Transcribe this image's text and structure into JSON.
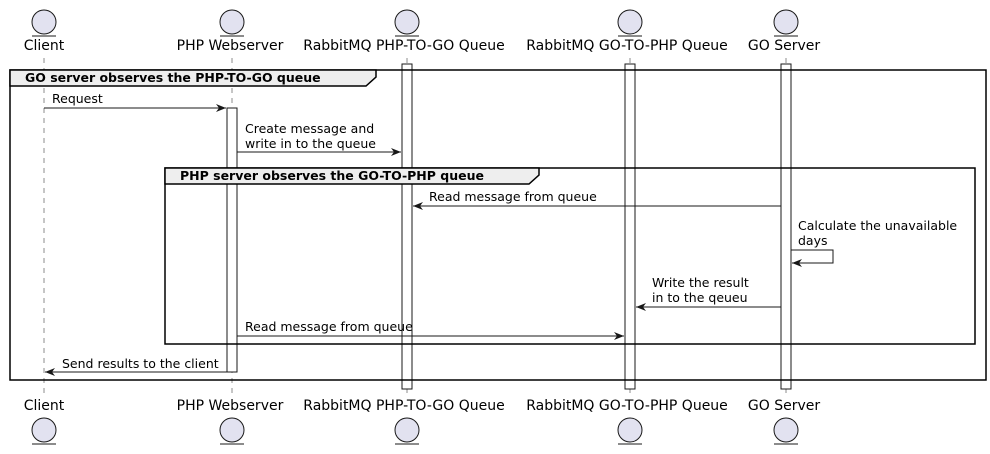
{
  "participants": [
    {
      "id": "client",
      "label": "Client"
    },
    {
      "id": "php",
      "label": "PHP Webserver"
    },
    {
      "id": "q1",
      "label": "RabbitMQ PHP-TO-GO Queue"
    },
    {
      "id": "q2",
      "label": "RabbitMQ GO-TO-PHP Queue"
    },
    {
      "id": "go",
      "label": "GO Server"
    }
  ],
  "groups": [
    {
      "id": "outer",
      "label": "GO server observes the PHP-TO-GO queue"
    },
    {
      "id": "inner",
      "label": "PHP server observes the GO-TO-PHP queue"
    }
  ],
  "messages": [
    {
      "id": "m1",
      "from": "client",
      "to": "php",
      "lines": [
        "Request"
      ]
    },
    {
      "id": "m2",
      "from": "php",
      "to": "q1",
      "lines": [
        "Create message and",
        "write in to the queue"
      ]
    },
    {
      "id": "m3",
      "from": "go",
      "to": "q1",
      "lines": [
        "Read message from queue"
      ]
    },
    {
      "id": "m4",
      "from": "go",
      "to": "go",
      "lines": [
        "Calculate the unavailable",
        "days"
      ]
    },
    {
      "id": "m5",
      "from": "go",
      "to": "q2",
      "lines": [
        "Write the result",
        "in to the qeueu"
      ]
    },
    {
      "id": "m6",
      "from": "php",
      "to": "q2",
      "lines": [
        "Read message from queue"
      ]
    },
    {
      "id": "m7",
      "from": "php",
      "to": "client",
      "lines": [
        "Send results to the client"
      ]
    }
  ],
  "colors": {
    "actor_fill": "#E2E2F0",
    "line": "#181818",
    "group_header": "#EEEEEE",
    "lifeline": "#181818"
  }
}
